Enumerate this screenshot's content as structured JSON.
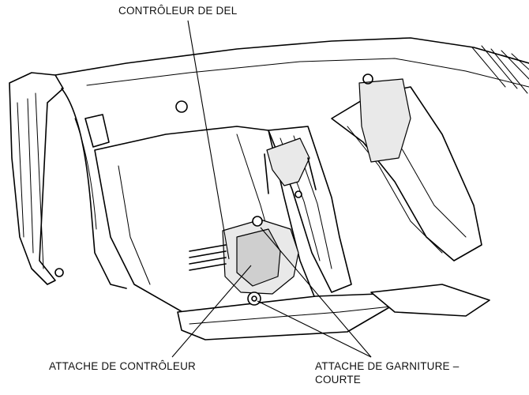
{
  "labels": {
    "led_controller": "CONTRÔLEUR DE DEL",
    "controller_fastener": "ATTACHE DE CONTRÔLEUR",
    "trim_fastener_line1": "ATTACHE DE GARNITURE –",
    "trim_fastener_line2": "COURTE"
  }
}
